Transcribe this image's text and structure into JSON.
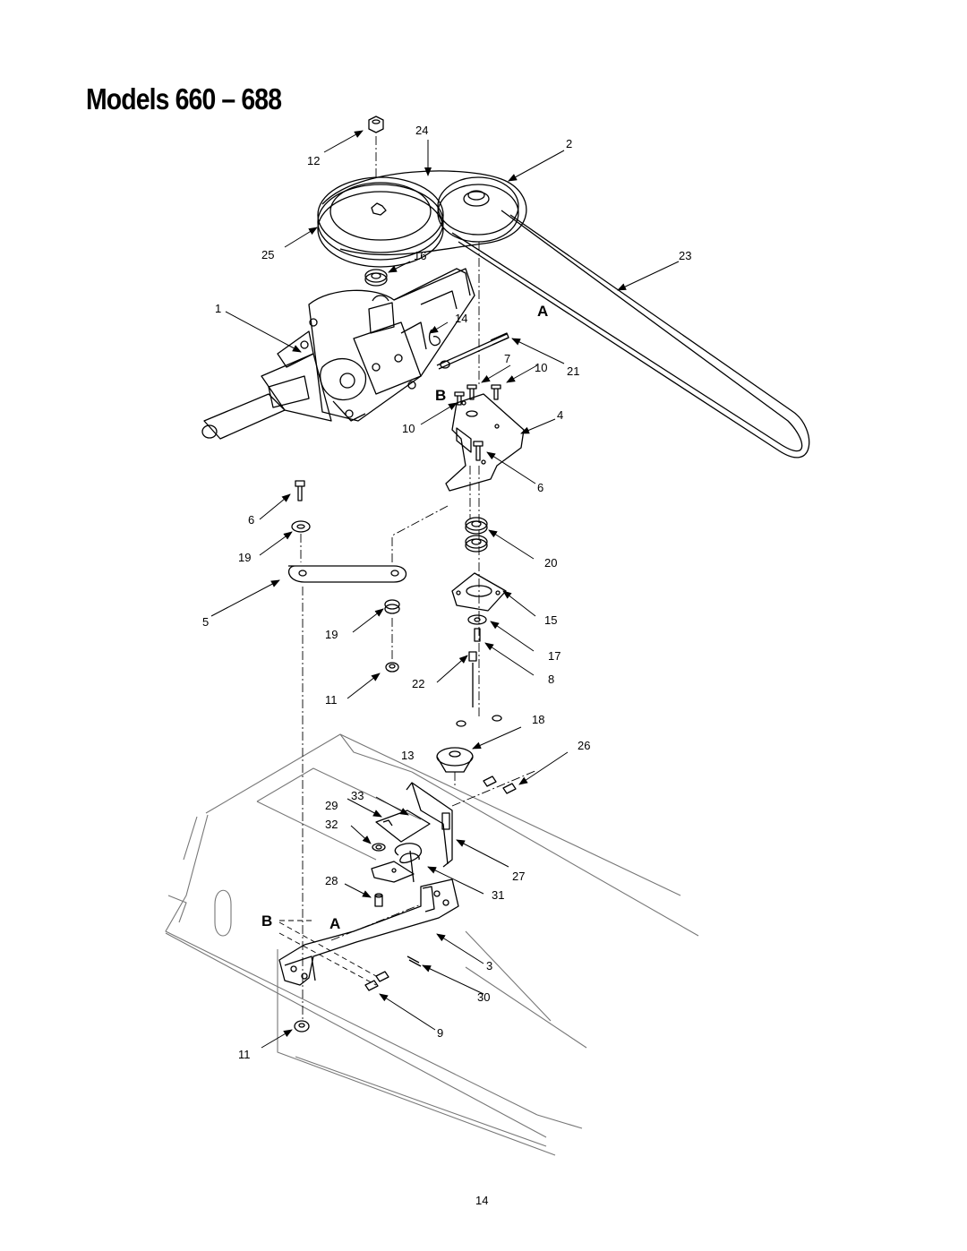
{
  "title": "Models 660 – 688",
  "page_number": "14",
  "part_numbers": [
    "1",
    "2",
    "3",
    "4",
    "5",
    "6",
    "6",
    "7",
    "8",
    "9",
    "10",
    "10",
    "11",
    "11",
    "12",
    "13",
    "14",
    "15",
    "16",
    "17",
    "18",
    "19",
    "19",
    "20",
    "21",
    "22",
    "23",
    "24",
    "25",
    "26",
    "27",
    "28",
    "29",
    "30",
    "31",
    "32",
    "33"
  ],
  "ref_letters": [
    "A",
    "B",
    "B",
    "A"
  ]
}
